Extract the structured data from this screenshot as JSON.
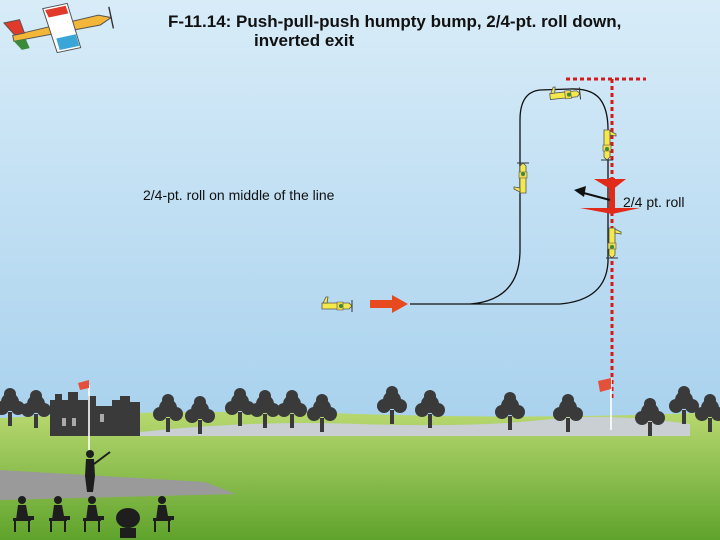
{
  "title": {
    "line1": "F-11.14: Push-pull-push humpty bump, 2/4-pt. roll down,",
    "line2": "inverted exit"
  },
  "annotations": {
    "middle_roll": "2/4-pt. roll on middle of the line",
    "roll_label": "2/4 pt. roll"
  },
  "colors": {
    "sky_top": "#d8ecf8",
    "sky_bottom": "#a9d2ee",
    "grass_light": "#b8d870",
    "grass_dark": "#5fa32c",
    "flight_path": "#111111",
    "entry_arrow": "#e84a1f",
    "vertical_guide": "#d61a1a",
    "plane_body": "#f5e84a",
    "runway": "#9a9a9a",
    "tree": "#3a3a3a"
  },
  "icons": [
    "model-plane-logo-icon",
    "entry-arrow-icon",
    "exit-arrow-icon",
    "flag-icon",
    "pilot-icon",
    "judge-icon",
    "tree-icon",
    "castle-icon"
  ]
}
